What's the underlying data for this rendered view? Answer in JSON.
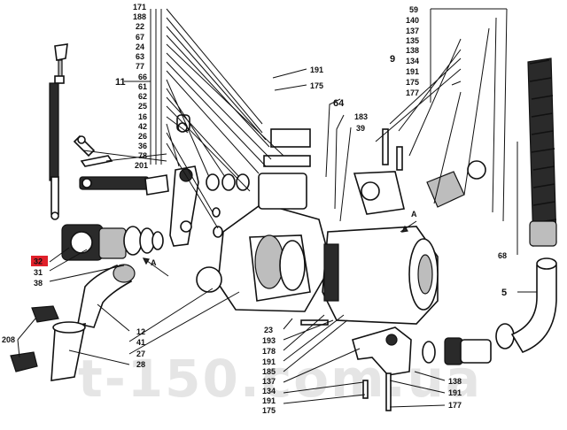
{
  "watermark": "t-150.com.ua",
  "highlight_color": "#e0202a",
  "highlighted_label": "32",
  "view_marker": "A",
  "callouts": {
    "left_stack": [
      "171",
      "188",
      "22",
      "67",
      "24",
      "63",
      "77",
      "66",
      "61",
      "62",
      "25",
      "16",
      "42",
      "26",
      "36",
      "78",
      "201"
    ],
    "left_stack_ref": "11",
    "top_mid": [
      "64",
      "183",
      "39"
    ],
    "upper_mid": [
      "191",
      "175"
    ],
    "pump_stack": [
      "59",
      "140",
      "137",
      "135",
      "138",
      "134",
      "191",
      "175",
      "177"
    ],
    "pump_stack_ref": "9",
    "left_lower": [
      "32",
      "31",
      "38"
    ],
    "left_bottom": [
      "208"
    ],
    "bottom_mid_left": [
      "12",
      "41",
      "27",
      "28"
    ],
    "bottom_center": [
      "23",
      "193",
      "178",
      "191",
      "185",
      "137",
      "134",
      "191",
      "175"
    ],
    "bottom_right": [
      "138",
      "191",
      "177"
    ],
    "right_side": [
      "68",
      "5"
    ]
  }
}
